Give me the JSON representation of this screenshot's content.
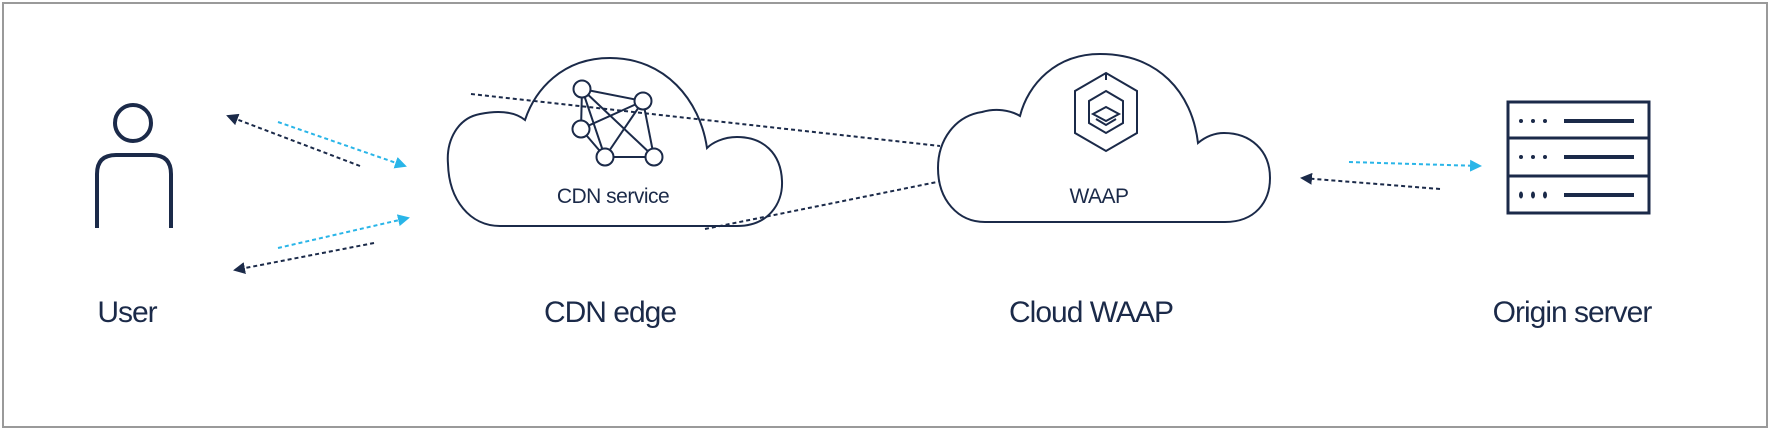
{
  "nodes": {
    "user": {
      "label": "User"
    },
    "cdn_edge": {
      "label": "CDN edge",
      "cloud_label": "CDN service"
    },
    "cloud_waap": {
      "label": "Cloud WAAP",
      "cloud_label": "WAAP"
    },
    "origin": {
      "label": "Origin server"
    }
  },
  "colors": {
    "navy": "#1b2a49",
    "cyan": "#29b5e8",
    "frame": "#9a9a9a"
  }
}
